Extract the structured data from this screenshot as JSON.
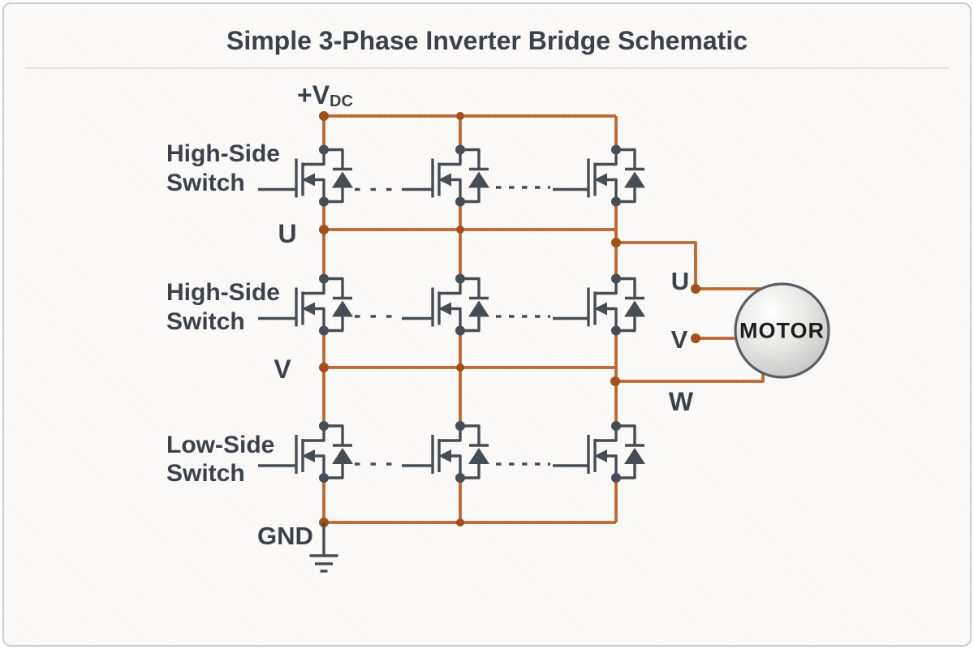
{
  "title": "Simple 3-Phase Inverter Bridge Schematic",
  "power": {
    "vdc_prefix": "+V",
    "vdc_subscript": "DC",
    "ground": "GND"
  },
  "buses": {
    "u": "U",
    "v": "V"
  },
  "switch_rows": [
    {
      "line1": "High-Side",
      "line2": "Switch"
    },
    {
      "line1": "High-Side",
      "line2": "Switch"
    },
    {
      "line1": "Low-Side",
      "line2": "Switch"
    }
  ],
  "motor": {
    "label": "MOTOR",
    "phases": {
      "u": "U",
      "v": "V",
      "w": "W"
    }
  },
  "colors": {
    "wire": "#C0662F",
    "junction": "#A1501D",
    "symbol": "#474D55",
    "text": "#3C424B",
    "motor_stroke": "#595E63"
  }
}
